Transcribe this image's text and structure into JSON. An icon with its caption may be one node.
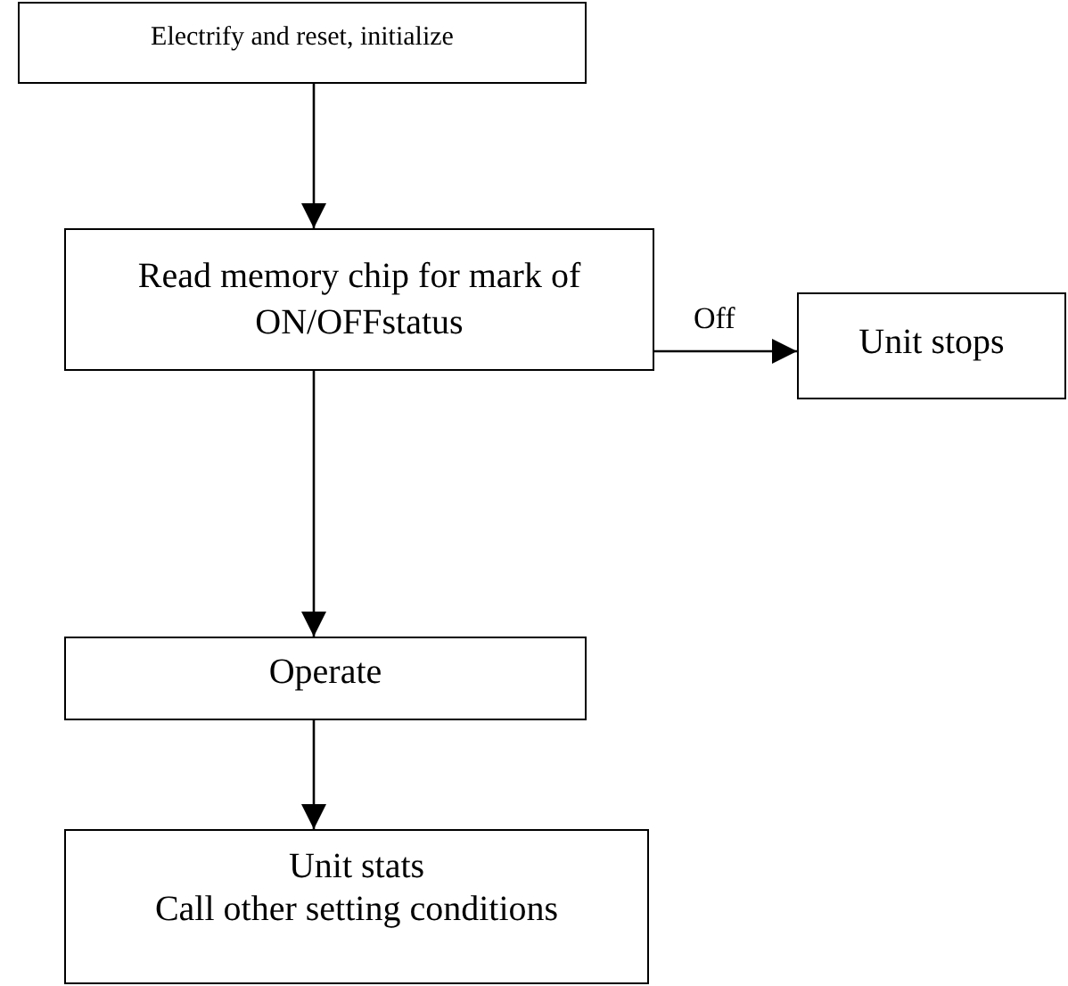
{
  "diagram": {
    "nodes": [
      {
        "text": [
          "Electrify and reset, initialize"
        ]
      },
      {
        "text": [
          "Read memory chip for mark of ON/OFFstatus"
        ]
      },
      {
        "text": [
          "Unit stops"
        ]
      },
      {
        "text": [
          "Operate"
        ]
      },
      {
        "text": [
          "Unit stats",
          "Call other setting conditions"
        ]
      }
    ],
    "edges": [
      {
        "from": 0,
        "to": 1,
        "arrow": "to"
      },
      {
        "from": 1,
        "to": 2,
        "arrow": "to",
        "label": "Off"
      },
      {
        "from": 1,
        "to": 3,
        "arrow": "to"
      },
      {
        "from": 3,
        "to": 4,
        "arrow": "to"
      }
    ]
  }
}
